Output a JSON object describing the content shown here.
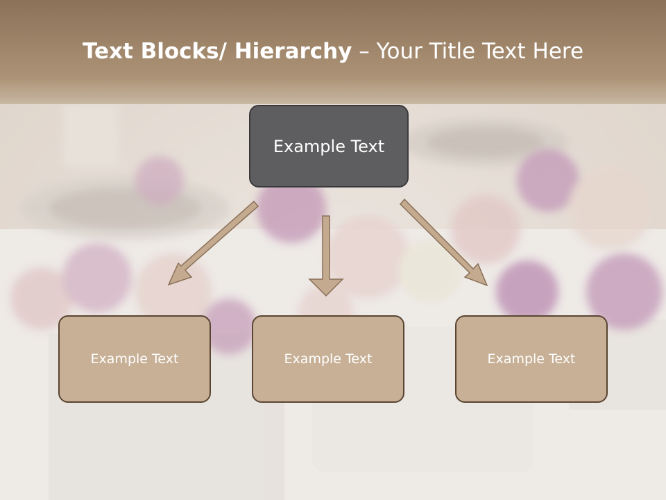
{
  "slide": {
    "title_bold": "Text Blocks/ Hierarchy",
    "title_rest": " – Your Title Text Here"
  },
  "hierarchy": {
    "top": "Example Text",
    "children": [
      "Example Text",
      "Example Text",
      "Example Text"
    ]
  },
  "colors": {
    "title_band": "#a2876a",
    "top_box": "#5e5e60",
    "child_box": "#c7b096",
    "child_border": "#5a4532",
    "arrow_fill": "#c4ab90",
    "arrow_stroke": "#8a7058",
    "text": "#ffffff"
  }
}
